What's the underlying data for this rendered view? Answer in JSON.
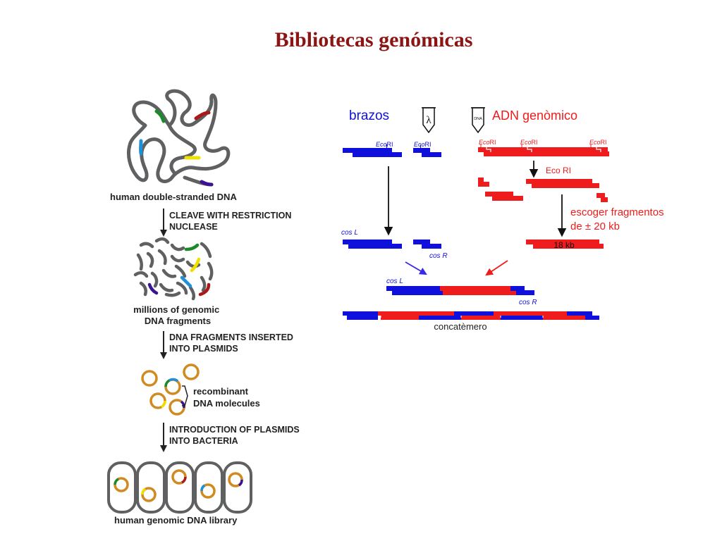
{
  "title": "Bibliotecas genómicas",
  "colors": {
    "title": "#8b1414",
    "blue": "#1010dd",
    "red": "#ee1c1c",
    "gray": "#5f6062",
    "orange": "#d08a20",
    "green": "#1a8a2a",
    "yellow": "#f0e000",
    "cyan": "#1e90d8",
    "purple": "#3a1490",
    "maroon": "#a81a1a"
  },
  "left_panel": {
    "dna_label": "human double-stranded DNA",
    "step1": [
      "CLEAVE WITH RESTRICTION",
      "NUCLEASE"
    ],
    "fragments_label": [
      "millions of genomic",
      "DNA fragments"
    ],
    "step2": [
      "DNA FRAGMENTS INSERTED",
      "INTO PLASMIDS"
    ],
    "recombinant_label": [
      "recombinant",
      "DNA molecules"
    ],
    "step3": [
      "INTRODUCTION OF PLASMIDS",
      "INTO BACTERIA"
    ],
    "library_label": "human genomic DNA library"
  },
  "right_panel": {
    "brazos": "brazos",
    "lambda_symbol": "λ",
    "dna_tube_label": "DNA",
    "adn_genomico": "ADN genòmico",
    "eco_prefix": "Eco",
    "eco_suffix": "RI",
    "eco_ri_cut": "Eco RI",
    "escoger": [
      "escoger fragmentos",
      "de ± 20 kb"
    ],
    "kb18": "18 kb",
    "cos_l": "cos L",
    "cos_r": "cos R",
    "concatemero": "concatèmero"
  }
}
